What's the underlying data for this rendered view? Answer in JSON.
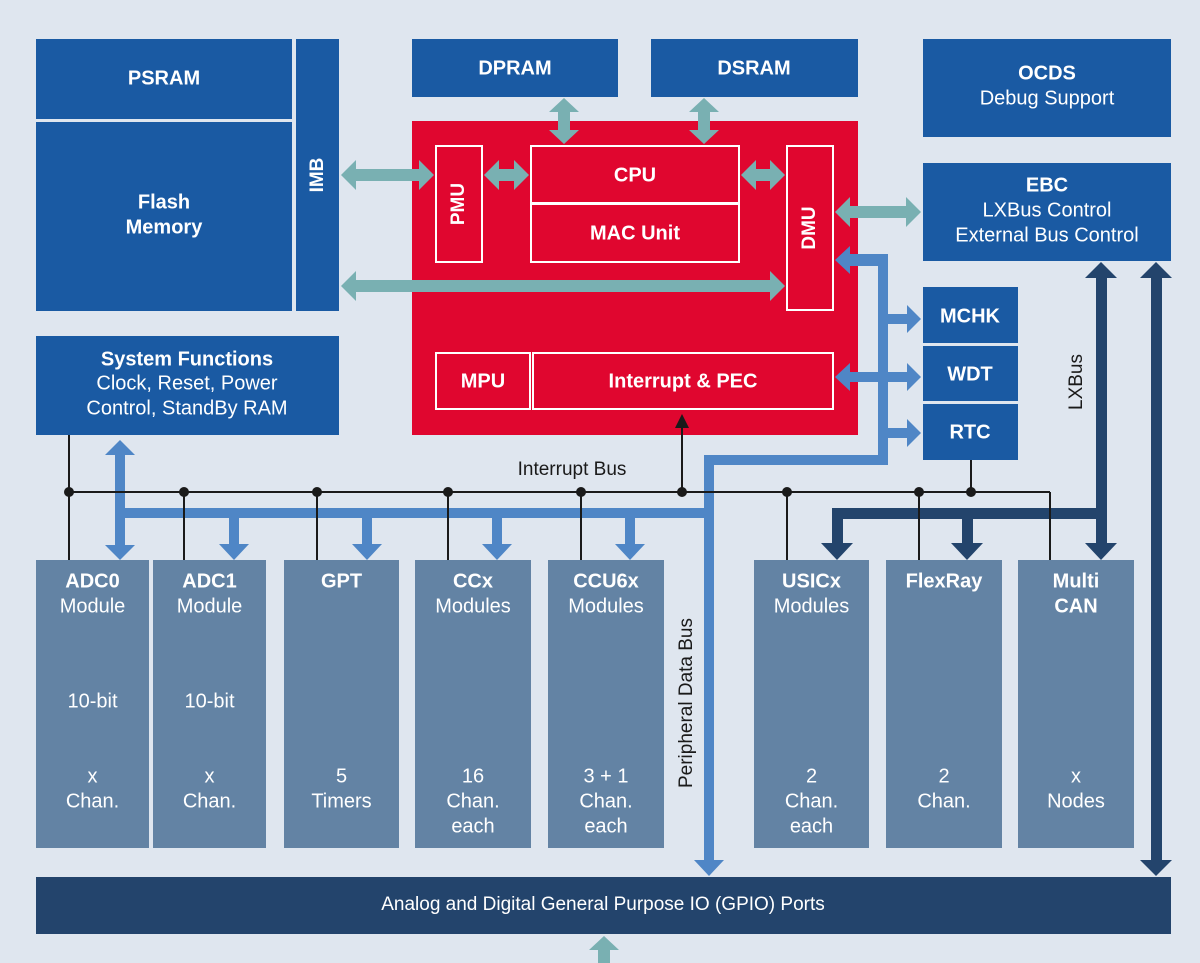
{
  "colors": {
    "background": "#dfe6ef",
    "memory_block": "#1a5aa3",
    "cpu_block": "#e0062f",
    "peripheral_module": "#6383a4",
    "gpio_bar": "#23446c",
    "cpu_bus_arrow": "#79b0b2",
    "peripheral_data_bus": "#4f86c6",
    "lxbus": "#23446c",
    "interrupt_bus": "#1a1a1a"
  },
  "memory": {
    "psram": "PSRAM",
    "flash_line1": "Flash",
    "flash_line2": "Memory",
    "imb": "IMB",
    "dpram": "DPRAM",
    "dsram": "DSRAM"
  },
  "debug": {
    "title": "OCDS",
    "subtitle": "Debug Support"
  },
  "ebc": {
    "title": "EBC",
    "line1": "LXBus Control",
    "line2": "External Bus Control"
  },
  "core": {
    "pmu": "PMU",
    "cpu": "CPU",
    "mac": "MAC Unit",
    "dmu": "DMU",
    "mpu": "MPU",
    "interrupt_pec": "Interrupt & PEC"
  },
  "safety": {
    "mchk": "MCHK",
    "wdt": "WDT",
    "rtc": "RTC"
  },
  "system_functions": {
    "title": "System Functions",
    "line1": "Clock, Reset, Power",
    "line2": "Control, StandBy RAM"
  },
  "buses": {
    "interrupt_bus": "Interrupt Bus",
    "peripheral_data_bus": "Peripheral Data Bus",
    "lxbus": "LXBus"
  },
  "modules": [
    {
      "title": "ADC0",
      "subtitle": "Module",
      "mid": "10-bit",
      "bottom": [
        "x",
        "Chan."
      ]
    },
    {
      "title": "ADC1",
      "subtitle": "Module",
      "mid": "10-bit",
      "bottom": [
        "x",
        "Chan."
      ]
    },
    {
      "title": "GPT",
      "subtitle": "",
      "mid": "",
      "bottom": [
        "5",
        "Timers"
      ]
    },
    {
      "title": "CCx",
      "subtitle": "Modules",
      "mid": "",
      "bottom": [
        "16",
        "Chan.",
        "each"
      ]
    },
    {
      "title": "CCU6x",
      "subtitle": "Modules",
      "mid": "",
      "bottom": [
        "3 + 1",
        "Chan.",
        "each"
      ]
    },
    {
      "title": "USICx",
      "subtitle": "Modules",
      "mid": "",
      "bottom": [
        "2",
        "Chan.",
        "each"
      ]
    },
    {
      "title": "FlexRay",
      "subtitle": "",
      "mid": "",
      "bottom": [
        "2",
        "Chan."
      ]
    },
    {
      "title": "Multi",
      "subtitle": "CAN",
      "mid": "",
      "bottom": [
        "x",
        "Nodes"
      ]
    }
  ],
  "gpio": {
    "label": "Analog and Digital General Purpose IO (GPIO) Ports"
  }
}
